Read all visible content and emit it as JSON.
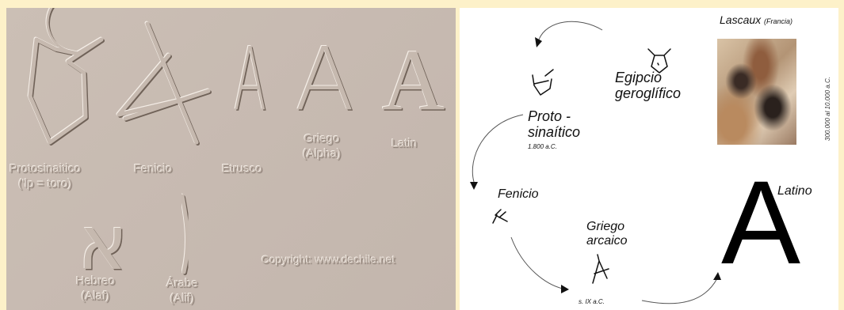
{
  "left_panel": {
    "labels": {
      "protosinaitico": "Protosinaitico",
      "protosinaitico_note": "('lp = toro)",
      "fenicio": "Fenicio",
      "etrusco": "Etrusco",
      "griego": "Griego",
      "griego_note": "(Alpha)",
      "latin": "Latin",
      "hebreo": "Hebreo",
      "hebreo_note": "(Alaf)",
      "arabe": "Árabe",
      "arabe_note": "(Alif)"
    },
    "glyphs": {
      "etrusco": "A",
      "griego": "A",
      "latin": "A",
      "hebreo": "א"
    },
    "copyright": "Copyright: www.dechile.net"
  },
  "right_panel": {
    "lascaux_title": "Lascaux",
    "lascaux_country": "(Francia)",
    "lascaux_date": "300.000 al 10.000 a.C.",
    "egipcio_line1": "Egipcio",
    "egipcio_line2": "geroglífico",
    "proto_line1": "Proto -",
    "proto_line2": "sinaítico",
    "proto_date": "1.800 a.C.",
    "fenicio": "Fenicio",
    "griego_line1": "Griego",
    "griego_line2": "arcaico",
    "griego_date": "s. IX a.C.",
    "latino": "Latino",
    "big_letter": "A"
  },
  "colors": {
    "background": "#fdf1c9",
    "stone": "#c7bab1",
    "ink": "#111111"
  }
}
